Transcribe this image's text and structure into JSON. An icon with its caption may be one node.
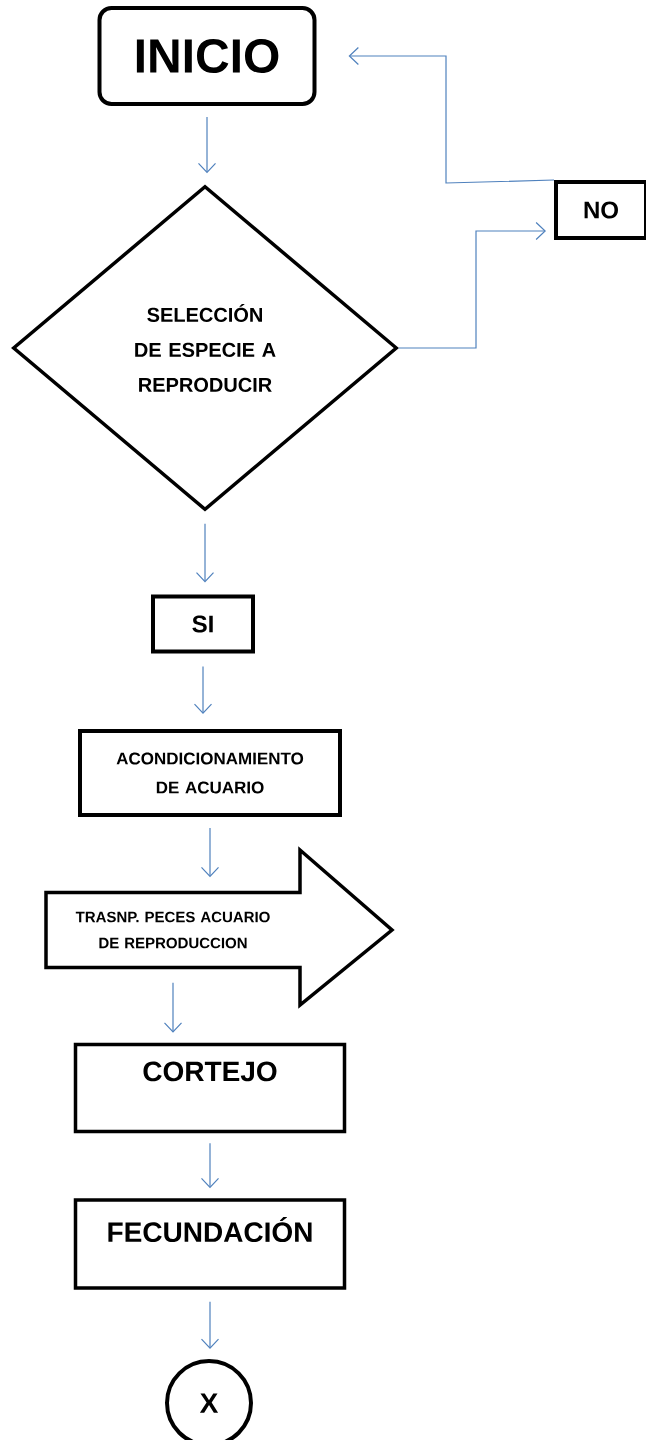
{
  "diagram": {
    "nodes": [
      {
        "text": [
          "INICIO"
        ]
      },
      {
        "text": [
          "SELECCIÓN DE ESPECIE A REPRODUCIR"
        ]
      },
      {
        "text": [
          "NO"
        ]
      },
      {
        "text": [
          "SI"
        ]
      },
      {
        "text": [
          "ACONDICIONAMIENTO DE ACUARIO"
        ]
      },
      {
        "text": [
          "TRASNP. PECES ACUARIO DE REPRODUCCION"
        ]
      },
      {
        "text": [
          "CORTEJO"
        ]
      },
      {
        "text": [
          "FECUNDACIÓN"
        ]
      },
      {
        "text": [
          "X"
        ]
      }
    ],
    "edges": [
      {
        "from": 0,
        "to": 1,
        "arrow": "to"
      },
      {
        "from": 1,
        "to": 2,
        "arrow": "to"
      },
      {
        "from": 2,
        "to": 0,
        "arrow": "to"
      },
      {
        "from": 1,
        "to": 3,
        "arrow": "to"
      },
      {
        "from": 3,
        "to": 4,
        "arrow": "to"
      },
      {
        "from": 4,
        "to": 5,
        "arrow": "to"
      },
      {
        "from": 5,
        "to": 6,
        "arrow": "to"
      },
      {
        "from": 6,
        "to": 7,
        "arrow": "to"
      },
      {
        "from": 7,
        "to": 8,
        "arrow": "to"
      }
    ]
  }
}
